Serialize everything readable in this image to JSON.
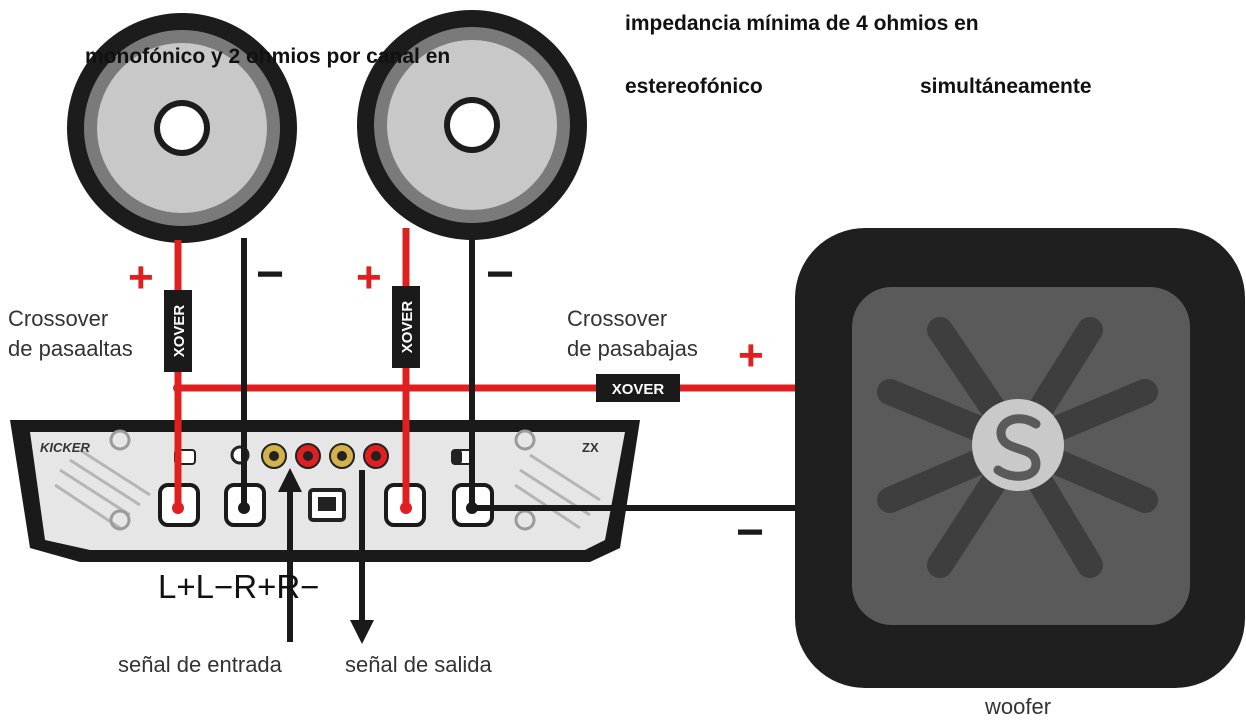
{
  "header": {
    "line1": "impedancia mínima de 4 ohmios en",
    "line2": "monofónico y 2 ohmios por canal en",
    "line3a": "estereofónico",
    "line3b": "simultáneamente"
  },
  "labels": {
    "crossover_high_1": "Crossover",
    "crossover_high_2": "de pasaaltas",
    "crossover_low_1": "Crossover",
    "crossover_low_2": "de pasabajas",
    "xover": "XOVER",
    "terminals": "L+L−R+R−",
    "input_signal": "señal de entrada",
    "output_signal": "señal de salida",
    "woofer": "woofer",
    "plus": "+",
    "minus": "−"
  },
  "amp": {
    "brand": "KICKER",
    "model": "ZX"
  },
  "colors": {
    "wire_positive": "#e02020",
    "wire_negative": "#1a1a1a",
    "speaker_cone": "#c8c8c8",
    "speaker_surround": "#1c1c1c",
    "woofer_frame": "#1f1f1f",
    "woofer_face": "#5a5a5a",
    "woofer_ribs": "#3e3e3e",
    "amp_body": "#e6e6e6"
  }
}
